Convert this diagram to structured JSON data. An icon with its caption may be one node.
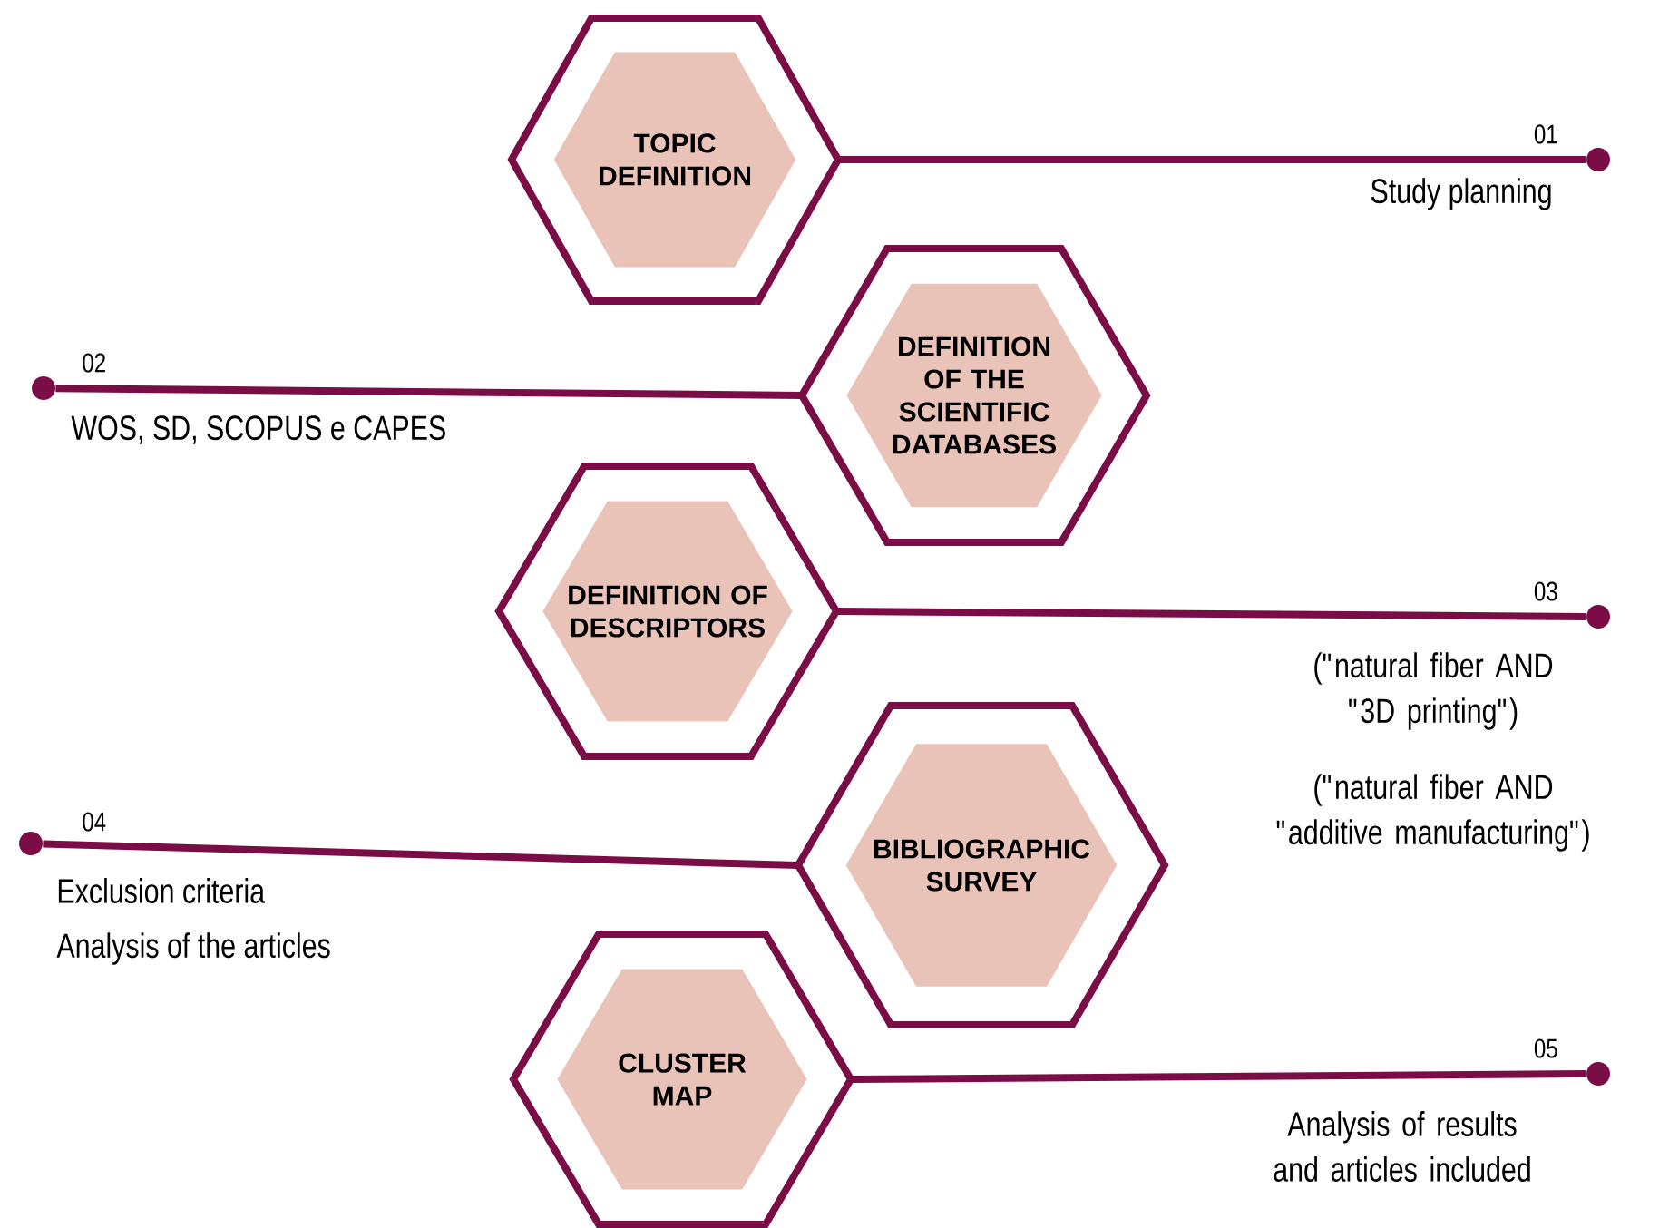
{
  "diagram": {
    "nodes": [
      {
        "text": [
          "TOPIC DEFINITION"
        ]
      },
      {
        "text": [
          "DEFINITION OF THE SCIENTIFIC DATABASES"
        ]
      },
      {
        "text": [
          "DEFINITION OF DESCRIPTORS"
        ]
      },
      {
        "text": [
          "BIBLIOGRAPHIC SURVEY"
        ]
      },
      {
        "text": [
          "CLUSTER MAP"
        ]
      },
      {
        "text": [],
        "shape": "circle",
        "beside": [
          "01",
          "Study planning"
        ]
      },
      {
        "text": [],
        "shape": "circle",
        "beside": [
          "02",
          "WOS, SD, SCOPUS e CAPES"
        ]
      },
      {
        "text": [],
        "shape": "circle",
        "beside": [
          "03",
          "(\"natural fiber AND \"3D printing\")",
          "(\"natural fiber AND \"additive manufacturing\")"
        ]
      },
      {
        "text": [],
        "shape": "circle",
        "beside": [
          "04",
          "Exclusion criteria",
          "Analysis of the articles"
        ]
      },
      {
        "text": [],
        "shape": "circle",
        "beside": [
          "05",
          "Analysis of results and articles included"
        ]
      }
    ],
    "edges": [
      {
        "from": 0,
        "to": 5,
        "arrow": "none"
      },
      {
        "from": 1,
        "to": 6,
        "arrow": "none"
      },
      {
        "from": 2,
        "to": 7,
        "arrow": "none"
      },
      {
        "from": 3,
        "to": 8,
        "arrow": "none"
      },
      {
        "from": 4,
        "to": 9,
        "arrow": "none"
      }
    ]
  }
}
